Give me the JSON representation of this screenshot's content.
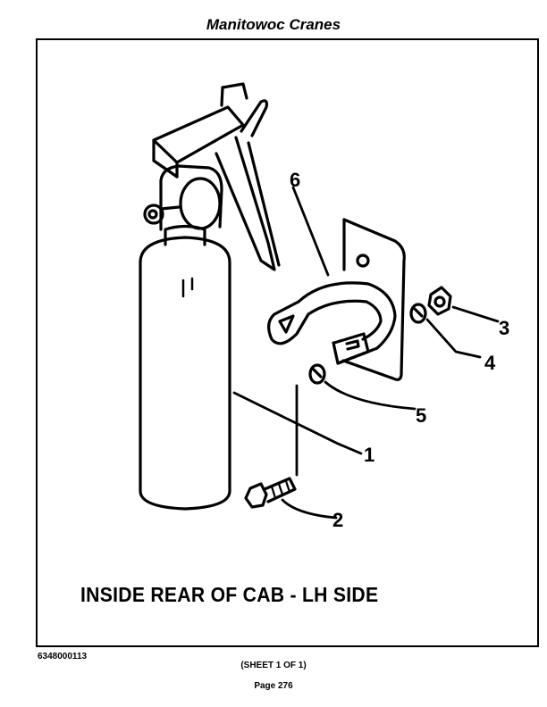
{
  "header": {
    "title": "Manitowoc Cranes"
  },
  "diagram": {
    "caption": "INSIDE REAR OF CAB - LH SIDE",
    "callouts": [
      "1",
      "2",
      "3",
      "4",
      "5",
      "6"
    ]
  },
  "footer": {
    "doc_number": "6348000113",
    "sheet": "(SHEET 1 OF 1)",
    "page": "Page 276"
  }
}
